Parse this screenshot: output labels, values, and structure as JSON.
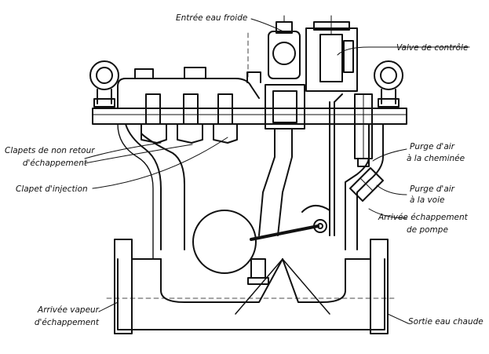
{
  "labels": {
    "cold_water_inlet": "Entrée eau froide",
    "control_valve": "Valve de contrôle",
    "non_return_valves_line1": "Clapets de non retour",
    "non_return_valves_line2": "d'échappement",
    "injection_valve": "Clapet d'injection",
    "air_purge_chimney_line1": "Purge d'air",
    "air_purge_chimney_line2": "à la cheminée",
    "air_purge_track_line1": "Purge d'air",
    "air_purge_track_line2": "à la voie",
    "pump_exhaust_inlet_line1": "Arrivée échappement",
    "pump_exhaust_inlet_line2": "de pompe",
    "exhaust_steam_inlet_line1": "Arrivée vapeur",
    "exhaust_steam_inlet_line2": "d'échappement",
    "hot_water_outlet": "Sortie eau chaude"
  },
  "colors": {
    "ink": "#111111",
    "paper": "#ffffff"
  }
}
